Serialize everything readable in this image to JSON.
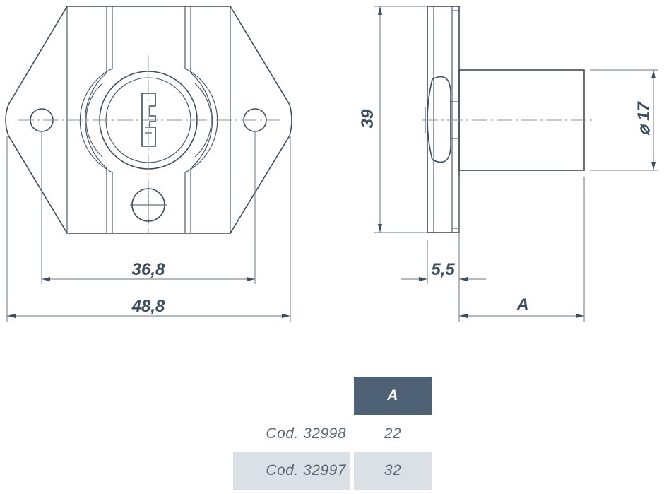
{
  "dimensions": {
    "inner_width": "36,8",
    "outer_width": "48,8",
    "height": "39",
    "plate_thickness": "5,5",
    "length": "A",
    "diameter": "⌀ 17"
  },
  "table": {
    "header": "A",
    "rows": [
      {
        "code": "Cod. 32998",
        "value": "22"
      },
      {
        "code": "Cod. 32997",
        "value": "32"
      }
    ]
  },
  "colors": {
    "line": "#3e4d5c",
    "header_bg": "#4f6175",
    "row_shade": "#dbe0e7"
  }
}
